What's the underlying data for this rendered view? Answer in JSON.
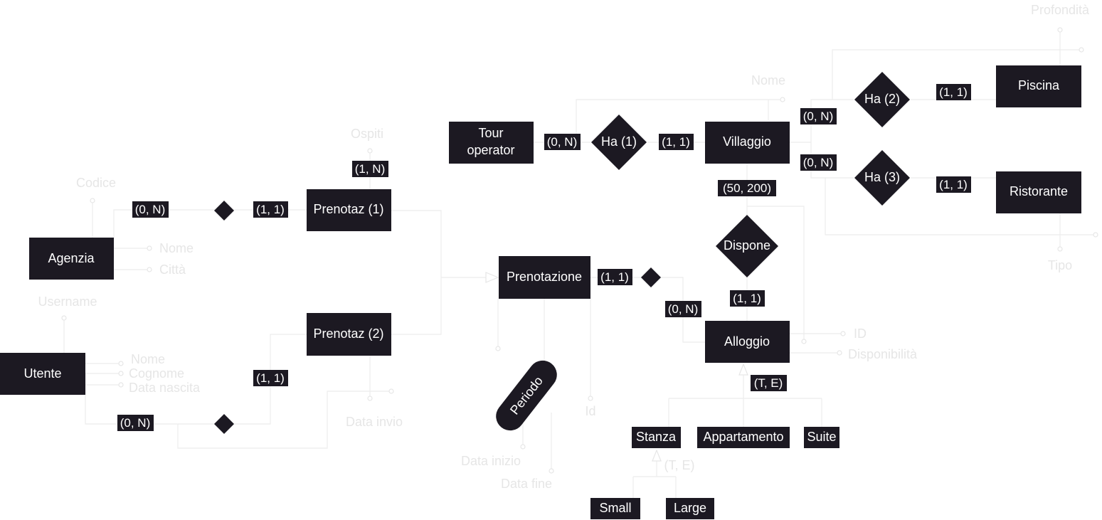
{
  "entities": {
    "agenzia": "Agenzia",
    "utente": "Utente",
    "prenotaz1": "Prenotaz (1)",
    "prenotaz2": "Prenotaz (2)",
    "prenotazione": "Prenotazione",
    "tour_operator_1": "Tour",
    "tour_operator_2": "operator",
    "villaggio": "Villaggio",
    "piscina": "Piscina",
    "ristorante": "Ristorante",
    "alloggio": "Alloggio",
    "stanza": "Stanza",
    "appartamento": "Appartamento",
    "suite": "Suite",
    "small": "Small",
    "large": "Large",
    "periodo": "Periodo"
  },
  "relationships": {
    "ha1": "Ha (1)",
    "ha2": "Ha (2)",
    "ha3": "Ha (3)",
    "dispone": "Dispone"
  },
  "cardinalities": {
    "agenzia_rel": "(0, N)",
    "rel_prenotaz1": "(1, 1)",
    "prenotaz1_ospiti": "(1, N)",
    "utente_rel": "(0, N)",
    "rel_prenotaz2": "(1, 1)",
    "prenotazione_rel": "(1, 1)",
    "rel_alloggio": "(0, N)",
    "tour_ha1": "(0, N)",
    "ha1_villaggio": "(1, 1)",
    "villaggio_ha2": "(0, N)",
    "ha2_piscina": "(1, 1)",
    "villaggio_ha3": "(0, N)",
    "ha3_ristorante": "(1, 1)",
    "villaggio_dispone": "(50, 200)",
    "dispone_alloggio": "(1, 1)",
    "alloggio_isa": "(T, E)",
    "stanza_isa": "(T, E)"
  },
  "attributes": {
    "codice": "Codice",
    "agenzia_nome": "Nome",
    "citta": "Città",
    "username": "Username",
    "utente_nome": "Nome",
    "cognome": "Cognome",
    "data_nascita": "Data nascita",
    "ospiti": "Ospiti",
    "data_invio": "Data invio",
    "id_prenotazione": "Id",
    "data_inizio": "Data inizio",
    "data_fine": "Data fine",
    "villaggio_nome": "Nome",
    "profondita": "Profondità",
    "tipo": "Tipo",
    "alloggio_id": "ID",
    "disponibilita": "Disponibilità"
  }
}
